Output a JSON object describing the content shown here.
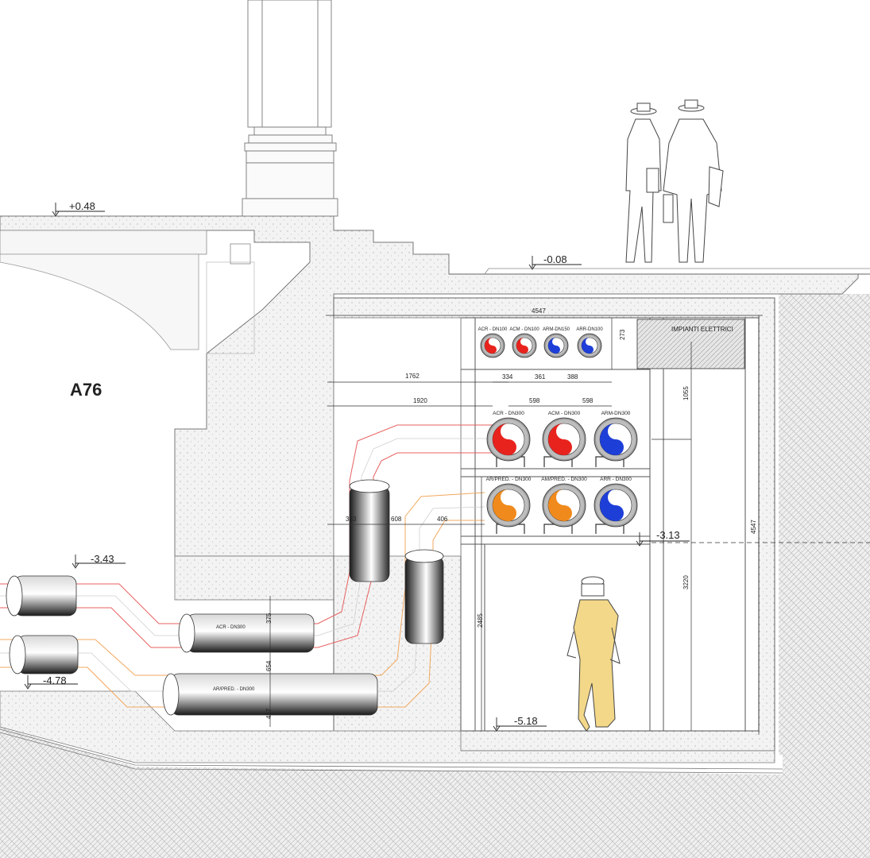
{
  "section_label": "A76",
  "levels": {
    "street_left": "+0.48",
    "street_right": "-0.08",
    "pipe_top_left": "-3.43",
    "pipe_bottom_left": "-4.78",
    "gallery_shelf": "-3.13",
    "gallery_floor": "-5.18"
  },
  "room_label": "IMPIANTI ELETTRICI",
  "pipes_small": [
    {
      "label": "ACR - DN100",
      "color": "#e8231e"
    },
    {
      "label": "ACM - DN100",
      "color": "#e8231e"
    },
    {
      "label": "ARM-DN150",
      "color": "#1d3fd8"
    },
    {
      "label": "ARR-DN100",
      "color": "#1d3fd8"
    }
  ],
  "pipes_mid": [
    {
      "label": "ACR - DN300",
      "color": "#e8231e"
    },
    {
      "label": "ACM - DN300",
      "color": "#e8231e"
    },
    {
      "label": "ARM-DN300",
      "color": "#1d3fd8"
    }
  ],
  "pipes_low": [
    {
      "label": "AR/PRED. - DN300",
      "color": "#f08a1c"
    },
    {
      "label": "AM/PRED. - DN300",
      "color": "#f08a1c"
    },
    {
      "label": "ARR - DN300",
      "color": "#1d3fd8"
    }
  ],
  "buried_pipes": {
    "upper": "ACR - DN300",
    "lower": "AR/PRED. - DN300"
  },
  "dimensions": {
    "gallery_width": "4547",
    "gallery_height": "4547",
    "top_small_offset": "273",
    "small_spacing": [
      "334",
      "361",
      "388"
    ],
    "to_small_pipes": "1762",
    "to_mid_pipes": "1920",
    "mid_spacing": [
      "598",
      "598"
    ],
    "elec_height": "1055",
    "lower_clear": "3220",
    "inner_height": "2485",
    "riser_gaps": [
      "363",
      "608",
      "406"
    ],
    "buried_gaps": [
      "375",
      "654",
      "417"
    ]
  }
}
